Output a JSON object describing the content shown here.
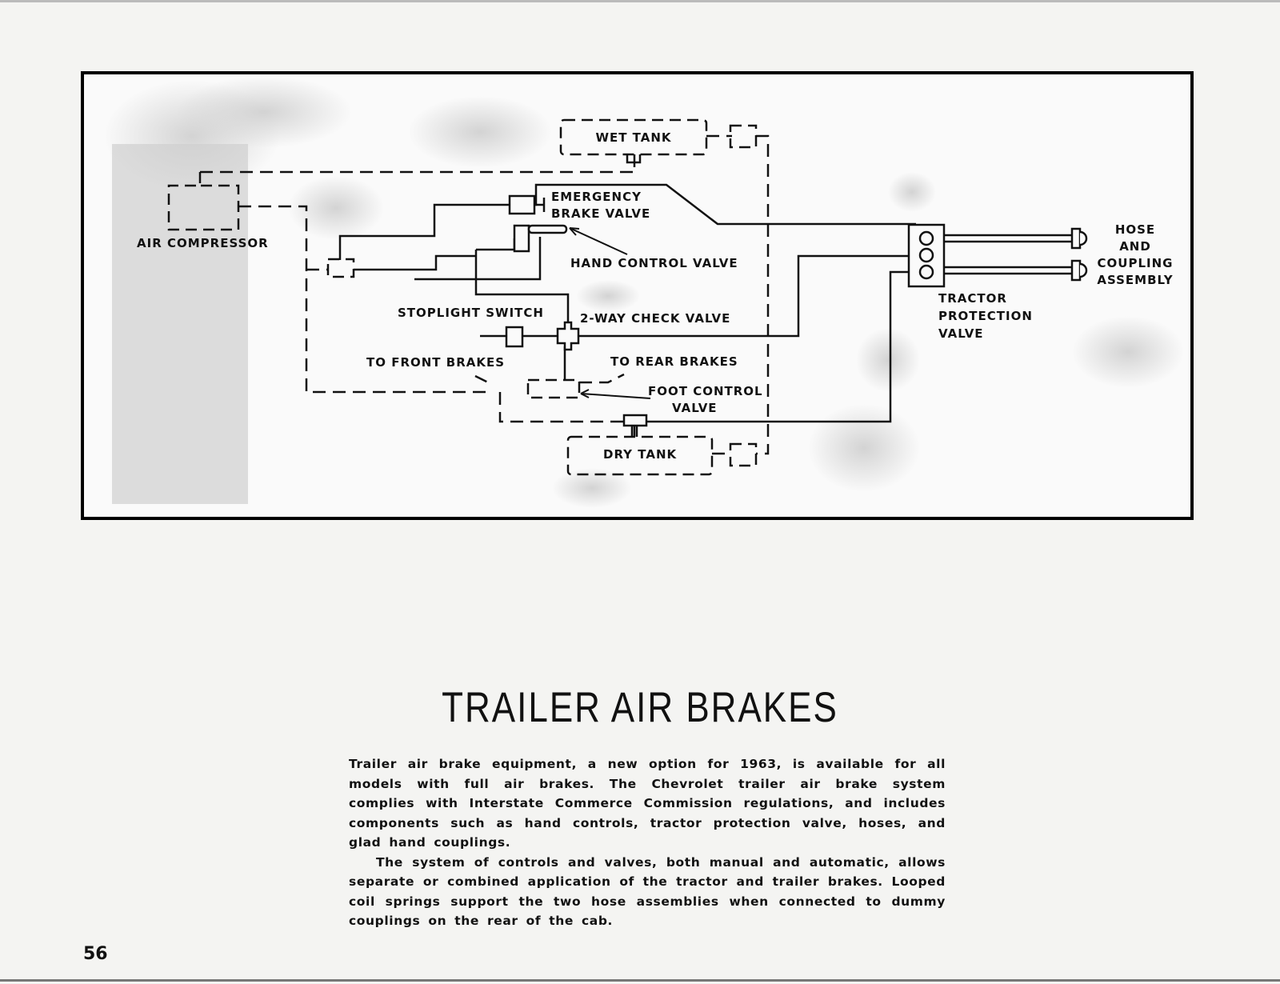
{
  "diagram": {
    "labels": {
      "wet_tank": "WET TANK",
      "emergency_line1": "EMERGENCY",
      "emergency_line2": "BRAKE VALVE",
      "air_compressor": "AIR COMPRESSOR",
      "hand_control_valve": "HAND CONTROL VALVE",
      "stoplight_switch": "STOPLIGHT SWITCH",
      "two_way_check_valve": "2-WAY CHECK VALVE",
      "to_front_brakes": "TO FRONT BRAKES",
      "to_rear_brakes": "TO REAR BRAKES",
      "foot_control_line1": "FOOT CONTROL",
      "foot_control_line2": "VALVE",
      "dry_tank": "DRY TANK",
      "tractor_line1": "TRACTOR",
      "tractor_line2": "PROTECTION",
      "tractor_line3": "VALVE",
      "hose_line1": "HOSE",
      "hose_line2": "AND",
      "hose_line3": "COUPLING",
      "hose_line4": "ASSEMBLY"
    }
  },
  "article": {
    "title": "TRAILER AIR BRAKES",
    "paragraph1": "Trailer air brake equipment, a new option for 1963, is available for all models with full air brakes. The Chevrolet trailer air brake system complies with Interstate Commerce Commission regulations, and includes components such as hand controls, tractor protection valve, hoses, and glad hand couplings.",
    "paragraph2": "The system of controls and valves, both manual and automatic, allows separate or combined application of the tractor and trailer brakes. Looped coil springs support the two hose assemblies when connected to dummy couplings on the rear of the cab."
  },
  "page_number": "56"
}
